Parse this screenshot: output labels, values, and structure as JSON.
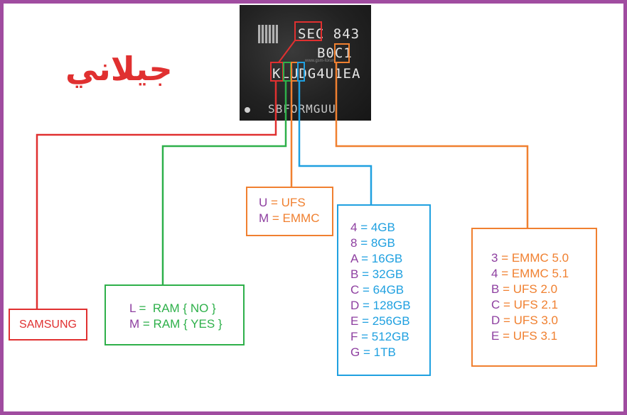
{
  "chip": {
    "line1": "SEC 843",
    "line2": "B0C1",
    "line3": "KLUDG4U1EA",
    "line4": "SBFORMGUU",
    "watermark": "www.gsm-forum"
  },
  "arabic_title": "جيلاني",
  "colors": {
    "red": "#e03030",
    "green": "#2eb04a",
    "orange": "#f08030",
    "blue": "#1fa0e0",
    "purple": "#8e3fa0",
    "frame": "#a04ca0"
  },
  "manufacturer": {
    "label": "SAMSUNG"
  },
  "ram_box": {
    "rows": [
      {
        "key": "L",
        "value": " =  RAM { NO }"
      },
      {
        "key": "M",
        "value": " = RAM { YES }"
      }
    ]
  },
  "type_box": {
    "rows": [
      {
        "key": "U",
        "value": " = UFS"
      },
      {
        "key": "M",
        "value": " = EMMC"
      }
    ]
  },
  "capacity_box": {
    "rows": [
      {
        "key": "4",
        "value": " = 4GB"
      },
      {
        "key": "8",
        "value": " = 8GB"
      },
      {
        "key": "A",
        "value": " = 16GB"
      },
      {
        "key": "B",
        "value": " = 32GB"
      },
      {
        "key": "C",
        "value": " = 64GB"
      },
      {
        "key": "D",
        "value": " = 128GB"
      },
      {
        "key": "E",
        "value": " = 256GB"
      },
      {
        "key": "F",
        "value": " = 512GB"
      },
      {
        "key": "G",
        "value": " = 1TB"
      }
    ]
  },
  "version_box": {
    "rows": [
      {
        "key": "3",
        "value": " = EMMC 5.0"
      },
      {
        "key": "4",
        "value": " = EMMC 5.1"
      },
      {
        "key": "B",
        "value": " = UFS 2.0"
      },
      {
        "key": "C",
        "value": " = UFS 2.1"
      },
      {
        "key": "D",
        "value": " = UFS 3.0"
      },
      {
        "key": "E",
        "value": " = UFS 3.1"
      }
    ]
  }
}
